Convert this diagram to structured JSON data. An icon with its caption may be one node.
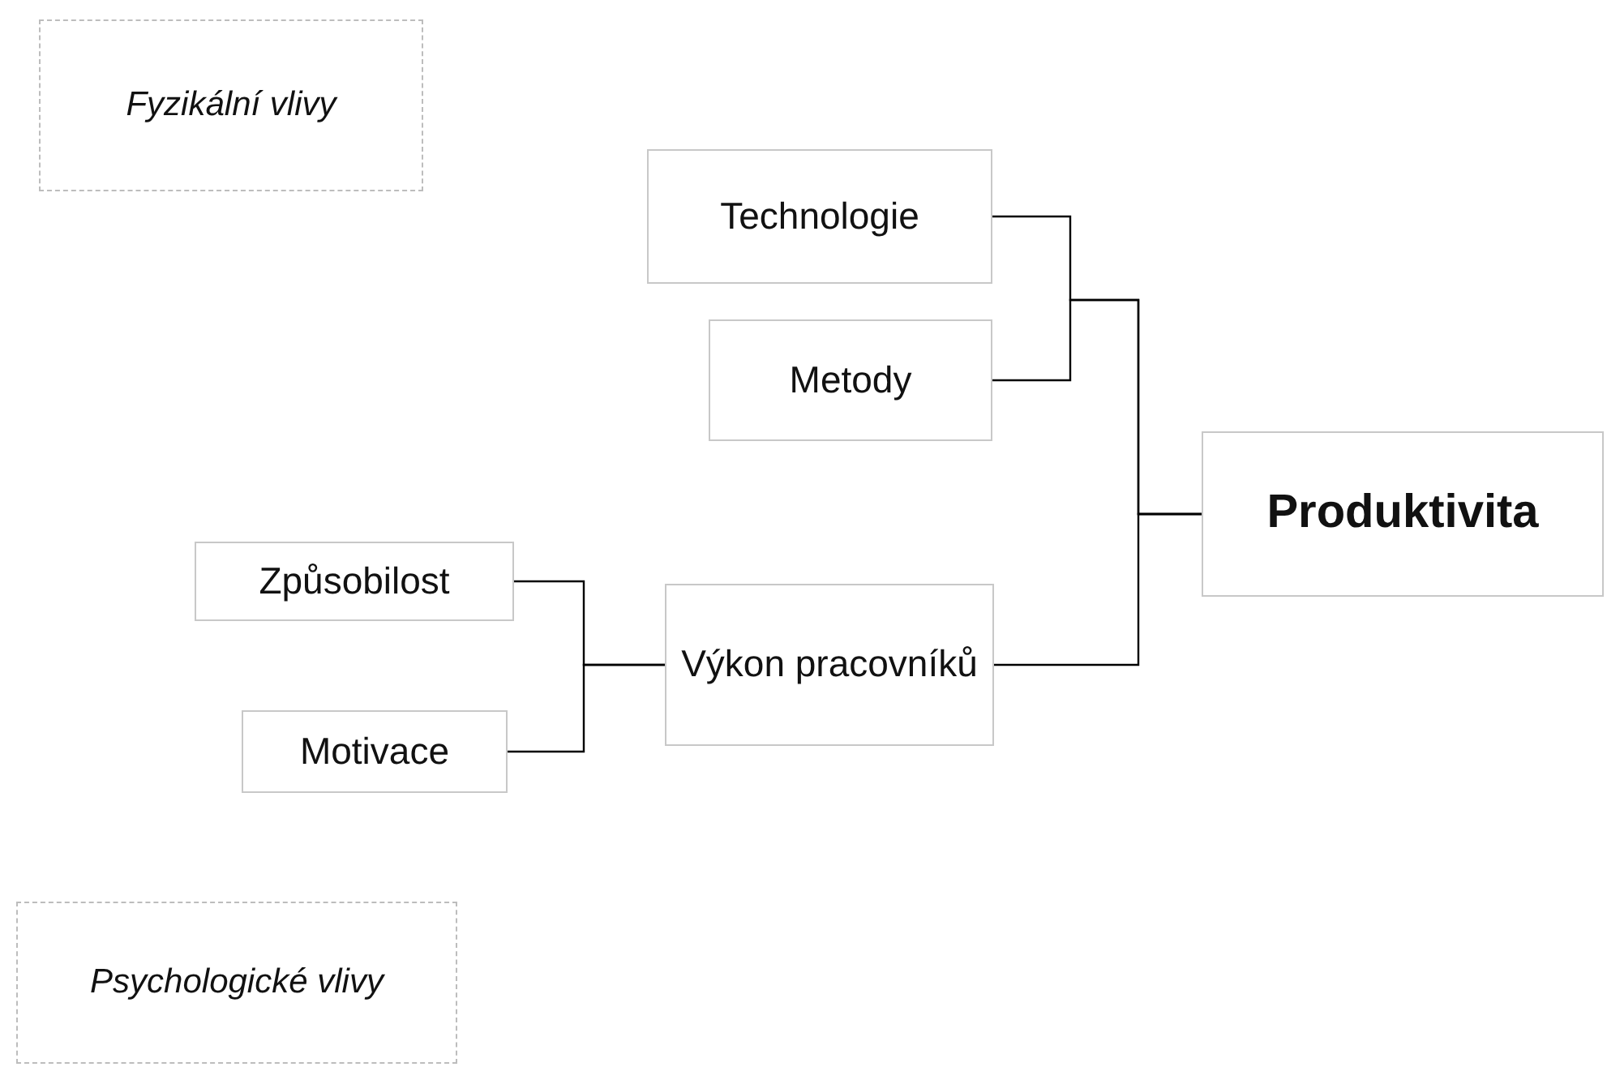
{
  "diagram": {
    "nodes": [
      {
        "text": [
          "Fyzikální vlivy"
        ]
      },
      {
        "text": [
          "Technologie"
        ]
      },
      {
        "text": [
          "Metody"
        ]
      },
      {
        "text": [
          "Produktivita"
        ]
      },
      {
        "text": [
          "Způsobilost"
        ]
      },
      {
        "text": [
          "Výkon pracovníků"
        ]
      },
      {
        "text": [
          "Motivace"
        ]
      },
      {
        "text": [
          "Psychologické vlivy"
        ]
      }
    ],
    "edges": [
      {
        "from": 1,
        "to": 3,
        "arrow": "none"
      },
      {
        "from": 2,
        "to": 3,
        "arrow": "none"
      },
      {
        "from": 5,
        "to": 3,
        "arrow": "none"
      },
      {
        "from": 4,
        "to": 5,
        "arrow": "none"
      },
      {
        "from": 6,
        "to": 5,
        "arrow": "none"
      }
    ]
  }
}
